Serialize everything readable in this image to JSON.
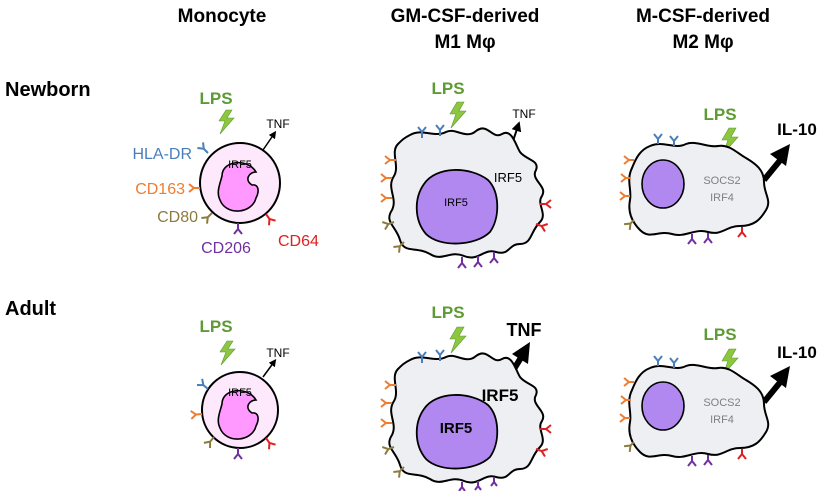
{
  "columns": {
    "monocyte": "Monocyte",
    "m1_line1": "GM-CSF-derived",
    "m1_line2": "M1 Mφ",
    "m2_line1": "M-CSF-derived",
    "m2_line2": "M2 Mφ"
  },
  "rows": {
    "newborn": "Newborn",
    "adult": "Adult"
  },
  "labels": {
    "lps": "LPS",
    "tnf": "TNF",
    "il10": "IL-10",
    "irf5": "IRF5",
    "socs2": "SOCS2",
    "irf4": "IRF4"
  },
  "markers": {
    "hla_dr": "HLA-DR",
    "cd163": "CD163",
    "cd80": "CD80",
    "cd206": "CD206",
    "cd64": "CD64"
  },
  "colors": {
    "hla_dr": "#4a7ebb",
    "cd163": "#ed7d31",
    "cd80": "#8c7b3e",
    "cd206": "#7030a0",
    "cd64": "#e02020",
    "lps": "#5e9a35",
    "lightning": "#8dc63f",
    "nucleus_mono": "#ff99ff",
    "cell_mono": "#fde9fb",
    "nucleus_mac": "#b088f0",
    "cell_mac": "#eeeff3"
  }
}
